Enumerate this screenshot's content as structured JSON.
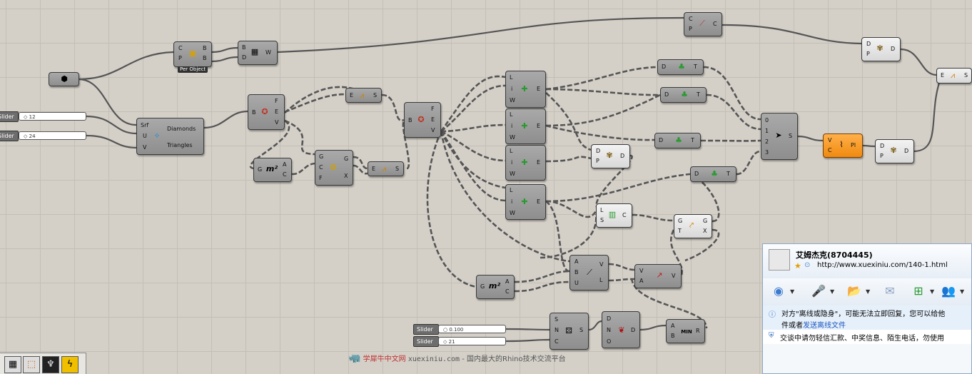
{
  "components": {
    "param_brep": {
      "icon_name": "brep-param-icon"
    },
    "deconstruct_brep": {
      "in_c": "C",
      "in_p": "P",
      "out_b": "B",
      "out_b2": "B",
      "tag": "Per Object",
      "icon_name": "box-dots-icon"
    },
    "box": {
      "in_b": "B",
      "in_d": "D",
      "out_w": "W",
      "icon_name": "box-icon"
    },
    "line_top": {
      "in_c": "C",
      "in_p": "P",
      "out_c": "C",
      "icon_name": "line-pen-icon"
    },
    "diamond": {
      "in_srf": "Srf",
      "in_u": "U",
      "in_v": "V",
      "out_diamonds": "Diamonds",
      "out_triangles": "Triangles",
      "icon_name": "diamond-panel-icon"
    },
    "brep_edges_1": {
      "in_b": "B",
      "out_f": "F",
      "out_e": "E",
      "out_v": "V",
      "icon_name": "brep-faces-icon"
    },
    "area_1": {
      "in_g": "G",
      "out_a": "A",
      "out_c": "C",
      "icon": "m²"
    },
    "intersect_1": {
      "in_g": "G",
      "in_c": "C",
      "in_f": "F",
      "out_g": "G",
      "out_x": "X",
      "icon_name": "scale-icon"
    },
    "explode_1": {
      "in_e": "E",
      "out_s": "S",
      "icon_name": "explode-icon"
    },
    "explode_2": {
      "in_e": "E",
      "out_s": "S",
      "icon_name": "explode-icon"
    },
    "brep_edges_2": {
      "in_b": "B",
      "out_f": "F",
      "out_e": "E",
      "out_v": "V",
      "icon_name": "brep-faces-icon"
    },
    "pt_on_1": {
      "in_l": "L",
      "in_i": "i",
      "in_w": "W",
      "out_e": "E",
      "icon_name": "list-item-icon"
    },
    "pt_on_2": {
      "in_l": "L",
      "in_i": "i",
      "in_w": "W",
      "out_e": "E",
      "icon_name": "list-item-icon"
    },
    "pt_on_3": {
      "in_l": "L",
      "in_i": "i",
      "in_w": "W",
      "out_e": "E",
      "icon_name": "list-item-icon"
    },
    "pt_on_4": {
      "in_l": "L",
      "in_i": "i",
      "in_w": "W",
      "out_e": "E",
      "icon_name": "list-item-icon"
    },
    "sprout_1": {
      "in_d": "D",
      "out_t": "T",
      "icon_name": "sprout-icon"
    },
    "sprout_2": {
      "in_d": "D",
      "out_t": "T",
      "icon_name": "sprout-icon"
    },
    "sprout_3": {
      "in_d": "D",
      "out_t": "T",
      "icon_name": "sprout-icon"
    },
    "sprout_4": {
      "in_d": "D",
      "out_t": "T",
      "icon_name": "sprout-icon"
    },
    "weave": {
      "in_0": "0",
      "in_1": "1",
      "in_2": "2",
      "in_3": "3",
      "out_s": "S",
      "icon_name": "weave-icon"
    },
    "pipe": {
      "in_v": "V",
      "in_c": "C",
      "out_pl": "Pl",
      "icon_name": "polyline-icon"
    },
    "cull_1": {
      "in_d": "D",
      "in_p": "P",
      "out_d": "D",
      "icon_name": "cull-icon"
    },
    "cull_2": {
      "in_d": "D",
      "in_p": "P",
      "out_d": "D",
      "icon_name": "cull-icon"
    },
    "cull_3": {
      "in_d": "D",
      "in_p": "P",
      "out_d": "D",
      "icon_name": "cull-icon"
    },
    "explode_3": {
      "in_e": "E",
      "out_s": "S",
      "icon_name": "explode-icon"
    },
    "split_list": {
      "in_l": "L",
      "in_s": "S",
      "out_c": "C",
      "icon_name": "split-list-icon"
    },
    "move_gt": {
      "in_g": "G",
      "in_t": "T",
      "out_g": "G",
      "out_x": "X",
      "icon_name": "move-icon"
    },
    "vector_2pt": {
      "in_a": "A",
      "in_b": "B",
      "in_u": "U",
      "out_v": "V",
      "out_l": "L",
      "icon_name": "vector-icon"
    },
    "amplitude": {
      "in_v": "V",
      "in_a": "A",
      "out_v": "V",
      "icon_name": "amplitude-icon"
    },
    "area_2": {
      "in_g": "G",
      "out_a": "A",
      "out_c": "C",
      "icon": "m²"
    },
    "random": {
      "in_s": "S",
      "in_n": "N",
      "in_c": "C",
      "out_s": "S",
      "icon_name": "dice-icon"
    },
    "jitter": {
      "in_d": "D",
      "in_n": "N",
      "in_o": "O",
      "out_d": "D",
      "icon_name": "squirrel-icon"
    },
    "min": {
      "in_a": "A",
      "in_b": "B",
      "out_r": "R",
      "icon": "MIN"
    }
  },
  "sliders": [
    {
      "label": "Slider",
      "value": "12"
    },
    {
      "label": "Slider",
      "value": "24"
    },
    {
      "label": "Slider",
      "value": "0.100"
    },
    {
      "label": "Slider",
      "value": "21"
    }
  ],
  "chat": {
    "name": "艾姆杰克(8704445)",
    "url": "http://www.xuexiniu.com/140-1.html",
    "notice_1": "对方\"离线或隐身\"，可能无法立即回复，您可以给他",
    "notice_2_prefix": "件或者",
    "notice_2_link": "发送离线文件",
    "warning": "交谈中请勿轻信汇款、中奖信息、陌生电话，勿使用",
    "tool_icons": [
      "webcam-icon",
      "microphone-icon",
      "folder-transfer-icon",
      "mail-icon",
      "apps-icon",
      "group-user-icon"
    ]
  },
  "footer": {
    "brand": "学犀牛中文网",
    "url": "xuexiniu.com",
    "dash": "-",
    "slogan": "国内最大的Rhino技术交流平台"
  },
  "taskbar": {
    "icons": [
      "grid-icon",
      "selection-icon",
      "tree-icon",
      "lightning-icon"
    ]
  },
  "colors": {
    "canvas": "#d4d0c8",
    "component": "#9a9a9a",
    "accent_orange": "#f08a10",
    "link": "#1c57c0"
  }
}
